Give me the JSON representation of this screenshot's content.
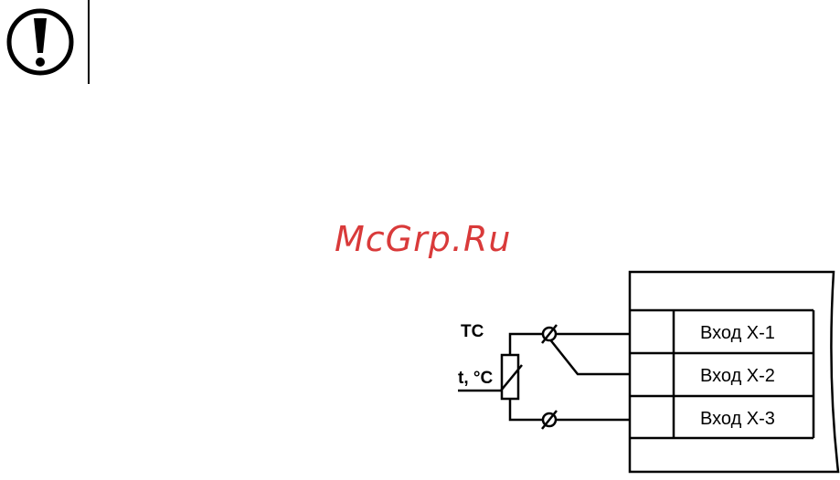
{
  "notice": {
    "icon": "exclamation-circle-icon"
  },
  "watermark": {
    "text": "McGrp.Ru",
    "color": "#d93a3a"
  },
  "sensor": {
    "label": "ТС",
    "temp_label": "t, °C"
  },
  "terminal_block": {
    "inputs": [
      "Вход Х-1",
      "Вход Х-2",
      "Вход Х-3"
    ]
  },
  "colors": {
    "line": "#000000"
  }
}
